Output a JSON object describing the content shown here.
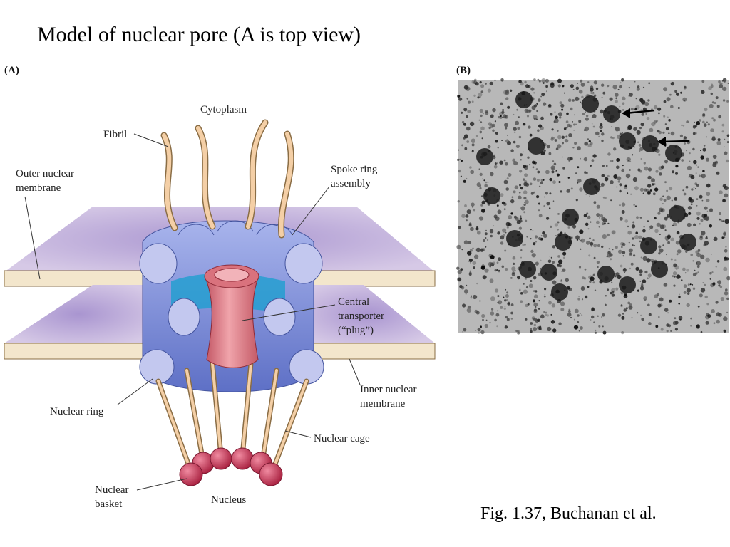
{
  "title": "Model of nuclear pore (A is top view)",
  "caption": "Fig. 1.37, Buchanan et al.",
  "panels": {
    "a": "(A)",
    "b": "(B)"
  },
  "labels": {
    "cytoplasm": "Cytoplasm",
    "fibril": "Fibril",
    "outer_membrane": [
      "Outer nuclear",
      "membrane"
    ],
    "spoke_ring": [
      "Spoke ring",
      "assembly"
    ],
    "central_transporter": [
      "Central",
      "transporter",
      "(“plug”)"
    ],
    "inner_membrane": [
      "Inner nuclear",
      "membrane"
    ],
    "nuclear_ring": "Nuclear ring",
    "nuclear_cage": "Nuclear cage",
    "nuclear_basket": [
      "Nuclear",
      "basket"
    ],
    "nucleus": "Nucleus"
  },
  "colors": {
    "membrane": "#c9b8dc",
    "membrane_edge": "#f3e6cc",
    "spoke": "#8f9fe0",
    "spoke_dark": "#5d6fc8",
    "plug": "#d97a84",
    "fibril": "#f4cfa6",
    "basket": "#c83a5c",
    "teal": "#1e9fd0"
  }
}
